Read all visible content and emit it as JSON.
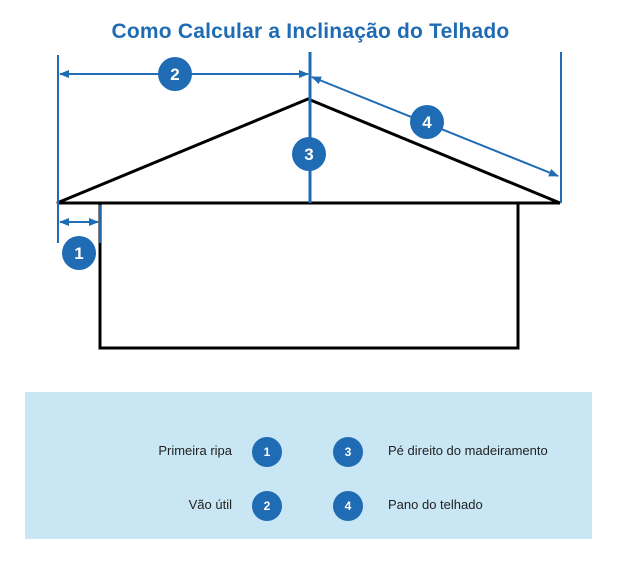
{
  "title": "Como Calcular a Inclinação do Telhado",
  "colors": {
    "accent": "#1f6bb4",
    "line": "#000000",
    "legend_bg": "#c8e6f4"
  },
  "markers": [
    "1",
    "2",
    "3",
    "4"
  ],
  "legend": {
    "items": [
      {
        "number": "1",
        "label": "Primeira ripa"
      },
      {
        "number": "2",
        "label": "Vão útil"
      },
      {
        "number": "3",
        "label": "Pé direito do madeiramento"
      },
      {
        "number": "4",
        "label": "Pano do telhado"
      }
    ]
  }
}
